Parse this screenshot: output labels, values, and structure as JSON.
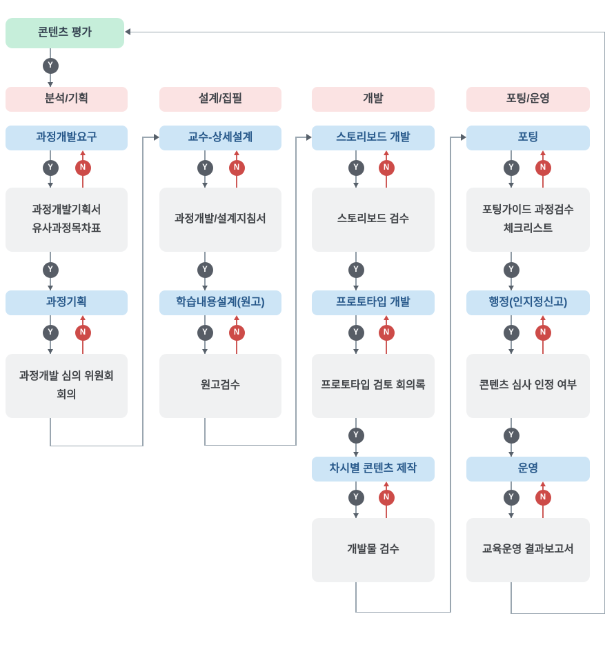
{
  "labels": {
    "yes": "Y",
    "no": "N"
  },
  "start": {
    "label": "콘텐츠 평가"
  },
  "columns": [
    {
      "header": "분석/기획",
      "steps": {
        "blue1": "과정개발요구",
        "gray1": "과정개발기획서\n유사과정목차표",
        "blue2": "과정기획",
        "gray2": "과정개발 심의 위원회\n회의"
      }
    },
    {
      "header": "설계/집필",
      "steps": {
        "blue1": "교수-상세설계",
        "gray1": "과정개발/설계지침서",
        "blue2": "학습내용설계(원고)",
        "gray2": "원고검수"
      }
    },
    {
      "header": "개발",
      "steps": {
        "blue1": "스토리보드 개발",
        "gray1": "스토리보드 검수",
        "blue2": "프로토타입 개발",
        "gray2": "프로토타입 검토 회의록",
        "blue3": "차시별 콘텐츠 제작",
        "gray3": "개발물 검수"
      }
    },
    {
      "header": "포팅/운영",
      "steps": {
        "blue1": "포팅",
        "gray1": "포팅가이드 과정검수\n체크리스트",
        "blue2": "행정(인지정신고)",
        "gray2": "콘텐츠 심사 인정 여부",
        "blue3": "운영",
        "gray3": "교육운영 결과보고서"
      }
    }
  ],
  "colors": {
    "start_bg": "#c6eeda",
    "phase_header_bg": "#fbe3e3",
    "step_bg": "#cde5f6",
    "doc_bg": "#f0f1f2",
    "yes_badge": "#575d66",
    "no_badge": "#cd4b48",
    "flow_line": "#8f9ba5",
    "no_line": "#cd5a57",
    "step_text": "#27588a"
  }
}
